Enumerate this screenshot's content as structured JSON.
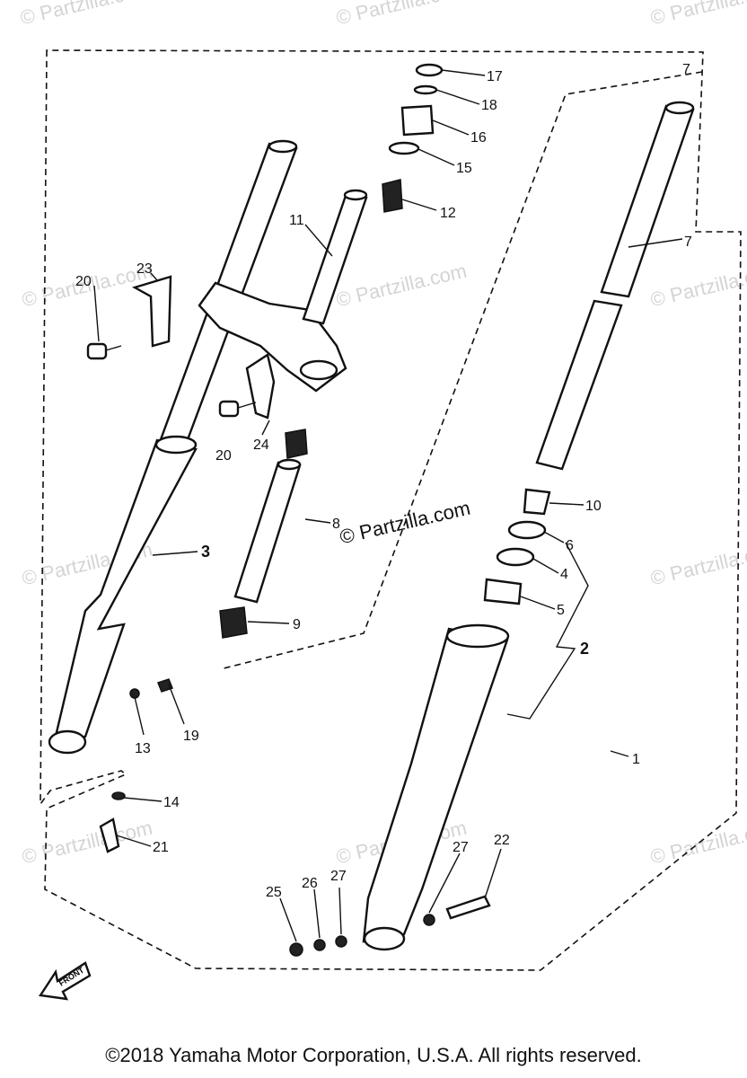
{
  "watermark": "© Partzilla.com",
  "center_watermark": "© Partzilla.com",
  "copyright": "©2018  Yamaha Motor Corporation, U.S.A. All rights reserved.",
  "front_badge": "FRONT",
  "callouts": [
    {
      "id": "p1",
      "label": "1"
    },
    {
      "id": "p2",
      "label": "2",
      "bold": true
    },
    {
      "id": "p3",
      "label": "3",
      "bold": true
    },
    {
      "id": "p4",
      "label": "4"
    },
    {
      "id": "p5",
      "label": "5"
    },
    {
      "id": "p6",
      "label": "6"
    },
    {
      "id": "p7a",
      "label": "7"
    },
    {
      "id": "p7b",
      "label": "7"
    },
    {
      "id": "p8",
      "label": "8"
    },
    {
      "id": "p9",
      "label": "9"
    },
    {
      "id": "p10",
      "label": "10"
    },
    {
      "id": "p11",
      "label": "11"
    },
    {
      "id": "p12",
      "label": "12"
    },
    {
      "id": "p13",
      "label": "13"
    },
    {
      "id": "p14",
      "label": "14"
    },
    {
      "id": "p15",
      "label": "15"
    },
    {
      "id": "p16",
      "label": "16"
    },
    {
      "id": "p17",
      "label": "17"
    },
    {
      "id": "p18",
      "label": "18"
    },
    {
      "id": "p19",
      "label": "19"
    },
    {
      "id": "p20a",
      "label": "20"
    },
    {
      "id": "p20b",
      "label": "20"
    },
    {
      "id": "p21",
      "label": "21"
    },
    {
      "id": "p22",
      "label": "22"
    },
    {
      "id": "p23",
      "label": "23"
    },
    {
      "id": "p24",
      "label": "24"
    },
    {
      "id": "p25",
      "label": "25"
    },
    {
      "id": "p26",
      "label": "26"
    },
    {
      "id": "p27a",
      "label": "27"
    },
    {
      "id": "p27b",
      "label": "27"
    }
  ]
}
